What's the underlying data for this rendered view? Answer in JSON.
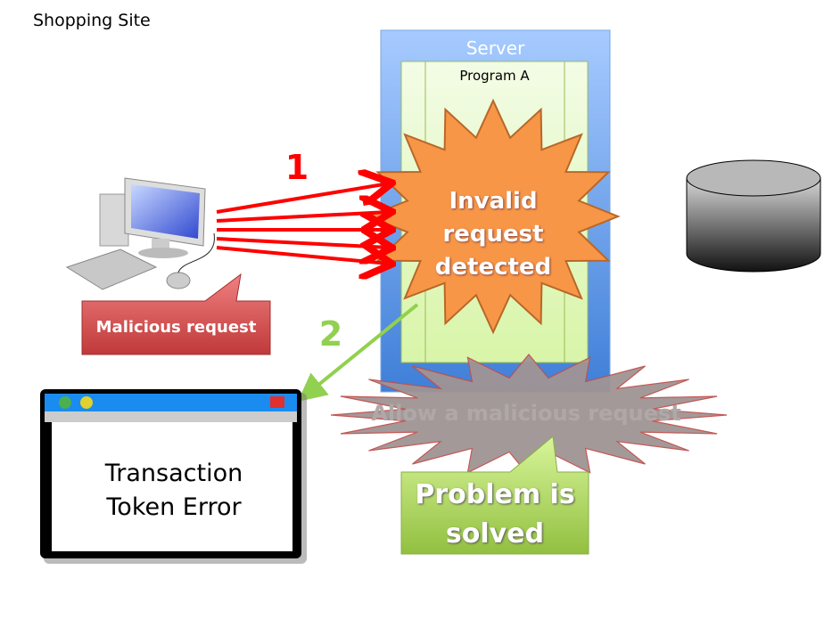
{
  "title": "Shopping Site",
  "server": {
    "label": "Server",
    "program": "Program A"
  },
  "starburst_detected": "Invalid request detected",
  "starburst_hidden": "Allow a malicious request",
  "callout_malicious": "Malicious request",
  "callout_solved": "Problem is solved",
  "step1": "1",
  "step2": "2",
  "error_window": {
    "message": "Transaction Token Error"
  },
  "colors": {
    "arrow_red": "#ff0000",
    "arrow_green": "#92d050",
    "server_blue": "#558ed5",
    "program_green": "#ebfbd0",
    "star_orange": "#f79646",
    "star_grey": "#a09494",
    "callout_red": "#c0504d",
    "callout_green": "#9bbb59"
  },
  "icons": [
    "computer-icon",
    "database-icon"
  ]
}
